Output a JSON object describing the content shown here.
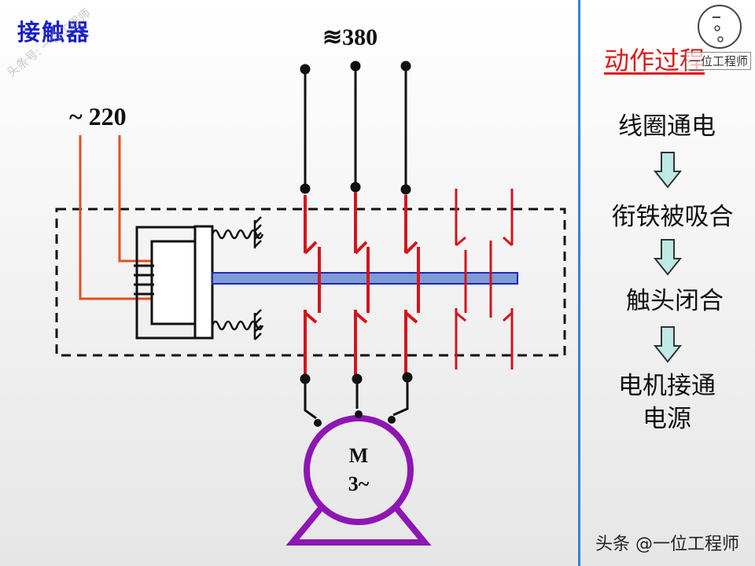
{
  "title": "接触器",
  "voltage_coil": "~ 220",
  "voltage_main": "≋380",
  "motor": {
    "line1": "M",
    "line2": "3~"
  },
  "process": {
    "title": "动作过程",
    "steps": [
      "线圈通电",
      "衔铁被吸合",
      "触头闭合",
      "电机接通\n电源"
    ]
  },
  "watermark": "头条 @一位工程师",
  "logo_text": "一位工程师",
  "side_watermark": "头条号: 一位工程师",
  "colors": {
    "title": "#1a21c8",
    "wire_red": "#e0501e",
    "contact_red": "#d4141c",
    "motor_purple": "#8e16b4",
    "armature_blue": "#7e9bd8",
    "divider_blue": "#2f86d8",
    "process_title": "#d91c1c"
  }
}
